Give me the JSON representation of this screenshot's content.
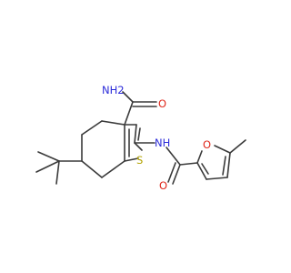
{
  "diagram": {
    "type": "chemical-structure",
    "atom_labels": {
      "amide_nh2": "NH2",
      "amide_oxygen": "O",
      "ring_sulfur": "S",
      "amine_nh": "NH",
      "carbonyl_oxygen": "O",
      "furan_oxygen": "O"
    },
    "colors": {
      "bond": "#3a3a3a",
      "nitrogen": "#2c2cd9",
      "oxygen": "#e0281c",
      "sulfur": "#b3a300"
    }
  }
}
